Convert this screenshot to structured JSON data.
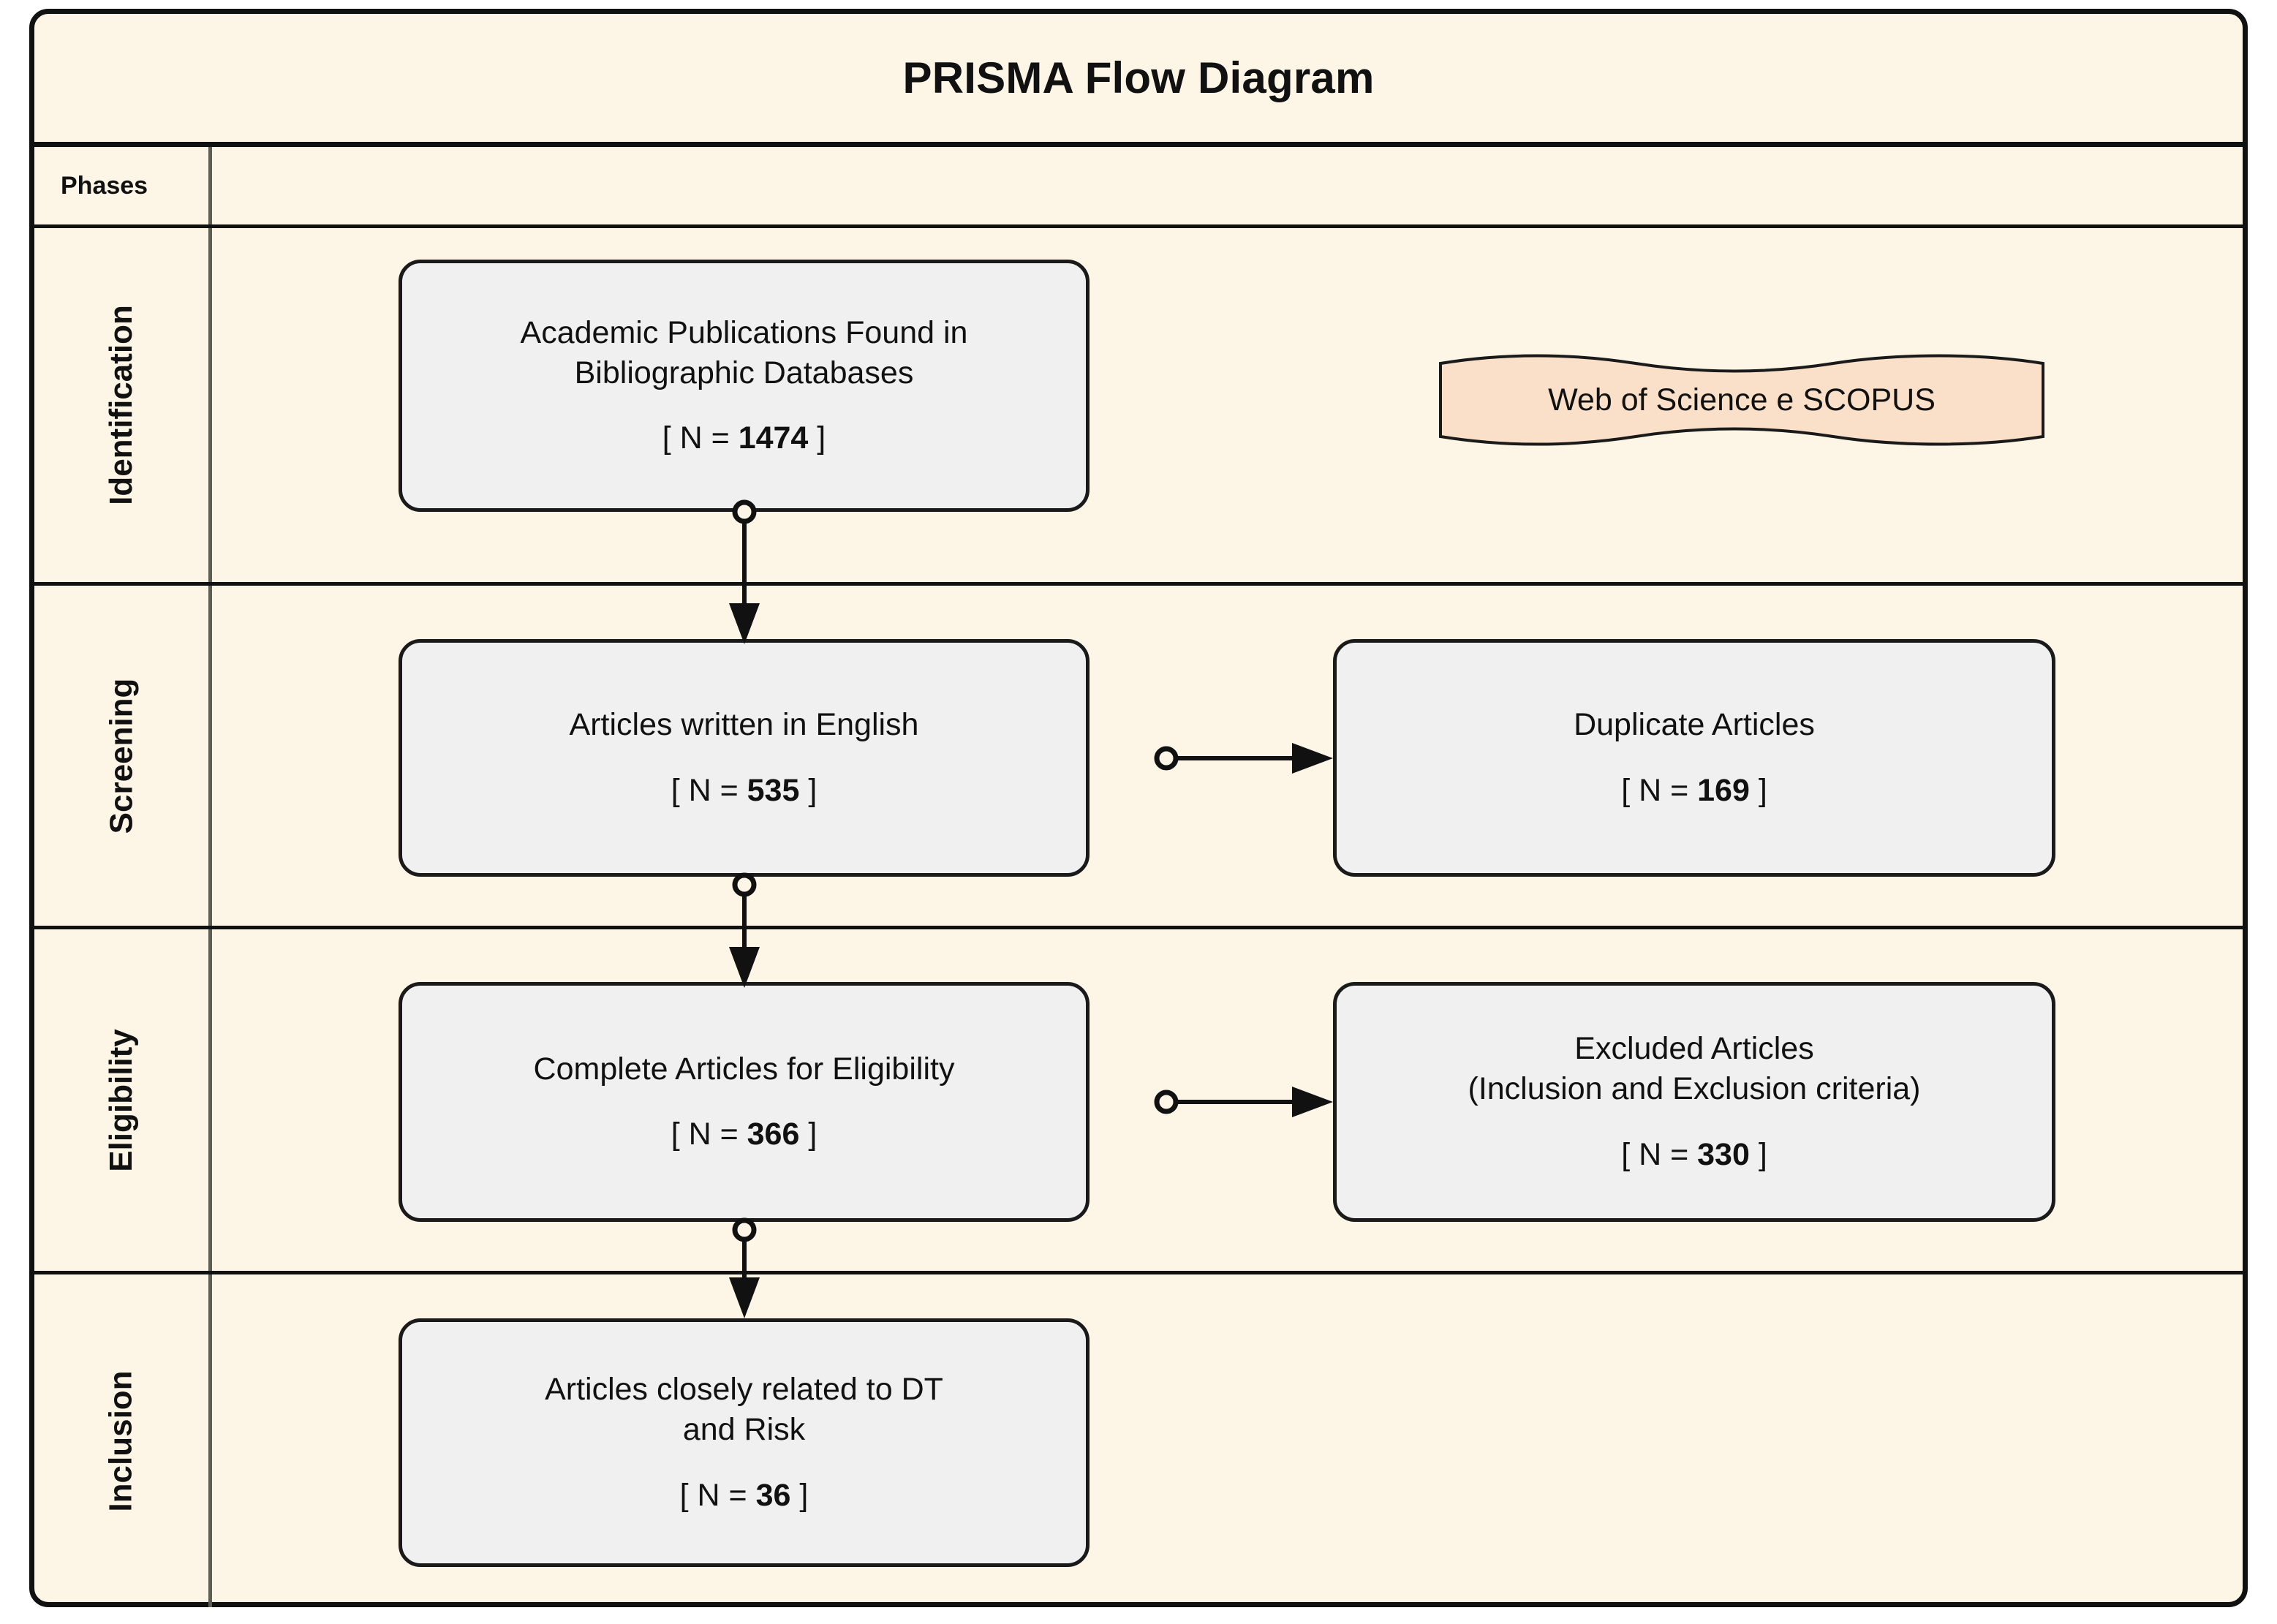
{
  "diagram": {
    "title": "PRISMA Flow Diagram",
    "phases_header": "Phases",
    "colors": {
      "canvas": "#FDF6E6",
      "node_fill": "#F0F0F0",
      "node_border": "#1a1a1a",
      "banner_fill": "#FAE0C8",
      "frame_border": "#111111"
    }
  },
  "phases": [
    {
      "label": "Identification"
    },
    {
      "label": "Screening"
    },
    {
      "label": "Eligibility"
    },
    {
      "label": "Inclusion"
    }
  ],
  "nodes": {
    "found": {
      "title": "Academic Publications Found in\nBibliographic Databases",
      "count_prefix": "[ N = ",
      "count_value": "1474",
      "count_suffix": " ]"
    },
    "english": {
      "title": "Articles written in English",
      "count_prefix": "[ N = ",
      "count_value": "535",
      "count_suffix": " ]"
    },
    "duplicates": {
      "title": "Duplicate Articles",
      "count_prefix": "[ N = ",
      "count_value": "169",
      "count_suffix": " ]"
    },
    "eligibility": {
      "title": "Complete Articles for Eligibility",
      "count_prefix": "[ N = ",
      "count_value": "366",
      "count_suffix": " ]"
    },
    "excluded": {
      "title": "Excluded Articles\n(Inclusion and Exclusion criteria)",
      "count_prefix": "[ N = ",
      "count_value": "330",
      "count_suffix": " ]"
    },
    "included": {
      "title": "Articles closely related to DT\nand Risk",
      "count_prefix": "[ N = ",
      "count_value": "36",
      "count_suffix": " ]"
    }
  },
  "banner": {
    "label": "Web of Science e SCOPUS"
  },
  "chart_data": {
    "type": "diagram",
    "title": "PRISMA Flow Diagram",
    "stages": [
      {
        "phase": "Identification",
        "label": "Academic Publications Found in Bibliographic Databases",
        "n": 1474
      },
      {
        "phase": "Screening",
        "label": "Articles written in English",
        "n": 535
      },
      {
        "phase": "Screening",
        "label": "Duplicate Articles",
        "n": 169
      },
      {
        "phase": "Eligibility",
        "label": "Complete Articles for Eligibility",
        "n": 366
      },
      {
        "phase": "Eligibility",
        "label": "Excluded Articles (Inclusion and Exclusion criteria)",
        "n": 330
      },
      {
        "phase": "Inclusion",
        "label": "Articles closely related to DT and Risk",
        "n": 36
      }
    ],
    "sources": [
      "Web of Science e SCOPUS"
    ],
    "edges": [
      {
        "from": "Academic Publications Found in Bibliographic Databases",
        "to": "Articles written in English"
      },
      {
        "from": "Articles written in English",
        "to": "Duplicate Articles"
      },
      {
        "from": "Articles written in English",
        "to": "Complete Articles for Eligibility"
      },
      {
        "from": "Complete Articles for Eligibility",
        "to": "Excluded Articles (Inclusion and Exclusion criteria)"
      },
      {
        "from": "Complete Articles for Eligibility",
        "to": "Articles closely related to DT and Risk"
      }
    ]
  }
}
